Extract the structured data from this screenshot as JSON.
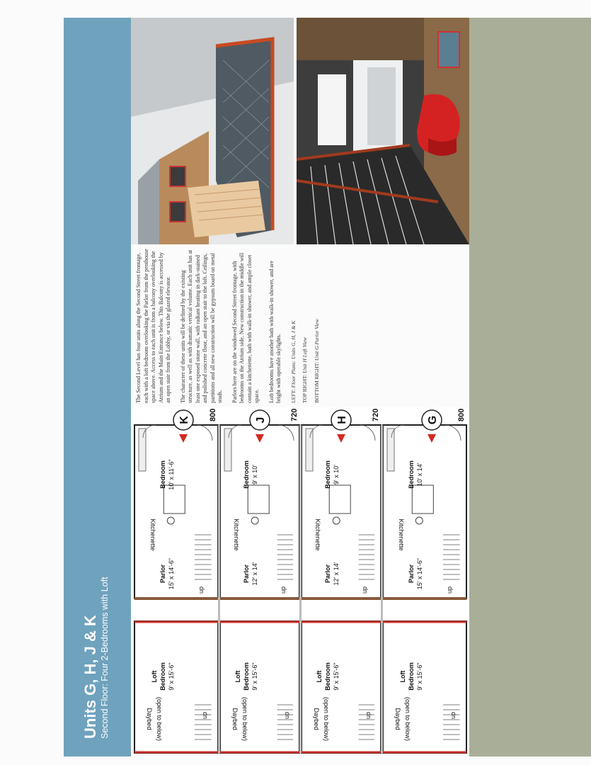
{
  "header": {
    "title": "Units G, H, J & K",
    "subtitle": "Second Floor: Four 2-Bedrooms with Loft"
  },
  "description": {
    "paragraphs": [
      "The Second Level has four units along the Second Street frontage, each with a loft bedroom overlooking the Parlor from the penthouse space above. Access to each unit is from a balcony overlooking the Atrium and the Main Entrance below. This Balcony is accessed by an open stair from the Lobby, or via the glazed elevator.",
      "The character of these units will be defined by the existing structure, as well as with dramatic vertical volume. Each unit has at least one exposed stone wall, with radiant heating in dark-stained and polished concrete floor, and an open stair to the loft. Ceilings, partitions and all new construction will be gypsum board on metal studs.",
      "Parlors here are on the windowed Second Street frontage, with bedrooms on the Atrium side. New construction in the middle will contain a kitchenette, bath with walk-in shower, and ample closet space.",
      "Loft bedrooms have another bath with walk-in shower, and are bright with operable skylights."
    ],
    "captions": [
      {
        "label": "LEFT:",
        "text": "Floor Plans: Units G, H, J & K"
      },
      {
        "label": "TOP RIGHT:",
        "text": "Unit H Loft View"
      },
      {
        "label": "BOTTOM RIGHT:",
        "text": "Unit G Parlor View"
      }
    ]
  },
  "plans": {
    "units": [
      {
        "letter": "K",
        "gsf": "800 gsf",
        "parlor": "Parlor",
        "parlor_size": "15' x 14'-6\"",
        "bedroom": "Bedroom",
        "bedroom_size": "10' x 11'-6\"",
        "kitchenette": "Kitchenette",
        "loft": "Loft",
        "loft_bedroom": "Bedroom",
        "loft_size": "9' x 15'-6\"",
        "daybed": "Daybed",
        "open": "(open to below)",
        "up": "up",
        "dn": "dn"
      },
      {
        "letter": "J",
        "gsf": "720 gsf",
        "parlor": "Parlor",
        "parlor_size": "12' x 14'",
        "bedroom": "Bedroom",
        "bedroom_size": "9' x 10'",
        "kitchenette": "Kitchenette",
        "loft": "Loft",
        "loft_bedroom": "Bedroom",
        "loft_size": "9' x 15'-6\"",
        "daybed": "Daybed",
        "open": "(open to below)",
        "up": "up",
        "dn": "dn"
      },
      {
        "letter": "H",
        "gsf": "720 gsf",
        "parlor": "Parlor",
        "parlor_size": "12' x 14'",
        "bedroom": "Bedroom",
        "bedroom_size": "9' x 10'",
        "kitchenette": "Kitchenette",
        "loft": "Loft",
        "loft_bedroom": "Bedroom",
        "loft_size": "9' x 15'-6\"",
        "daybed": "Daybed",
        "open": "(open to below)",
        "up": "up",
        "dn": "dn"
      },
      {
        "letter": "G",
        "gsf": "800 gsf",
        "parlor": "Parlor",
        "parlor_size": "15' x 14'-6\"",
        "bedroom": "Bedroom",
        "bedroom_size": "10' x 14'",
        "kitchenette": "Kitchenette",
        "loft": "Loft",
        "loft_bedroom": "Bedroom",
        "loft_size": "9' x 15'-6\"",
        "daybed": "Daybed",
        "open": "(open to below)",
        "up": "up",
        "dn": "dn"
      }
    ]
  },
  "colors": {
    "title_band": "#6fa2bd",
    "side_band": "#a8ae98",
    "unit_marker": "#d02a22",
    "wall_red": "#c8312a"
  }
}
